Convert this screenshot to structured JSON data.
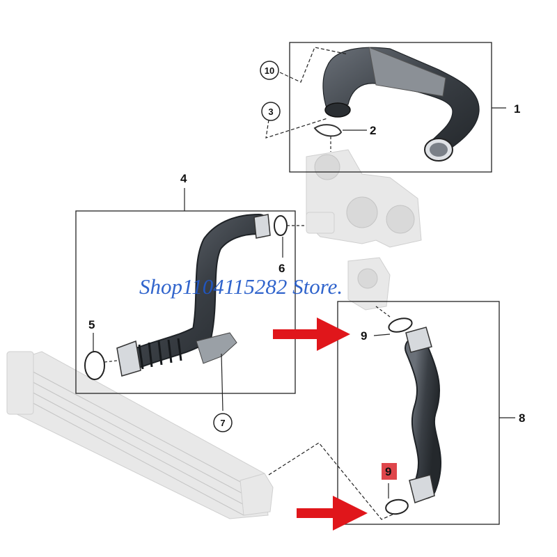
{
  "callouts": {
    "c1": "1",
    "c2": "2",
    "c3": "3",
    "c4": "4",
    "c5": "5",
    "c6": "6",
    "c7": "7",
    "c8": "8",
    "c9a": "9",
    "c9b": "9",
    "c10": "10"
  },
  "watermark": "Shop1104115282 Store.",
  "colors": {
    "arrow": "#e0161b",
    "watermark": "#1f57c8",
    "highlight": "#d9262c",
    "hose": "#3a3f45"
  }
}
